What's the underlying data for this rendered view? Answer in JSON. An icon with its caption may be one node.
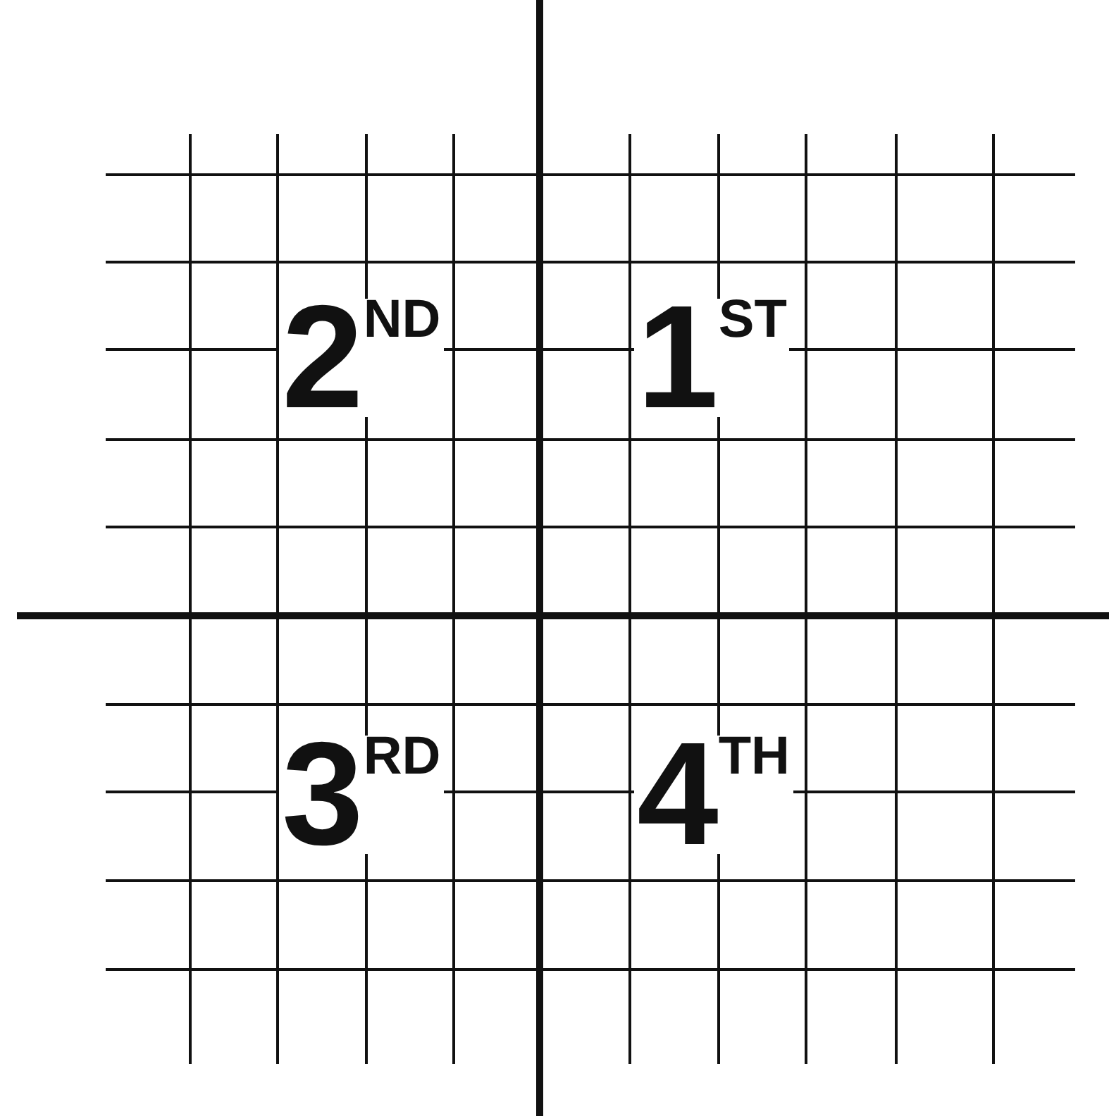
{
  "diagram": {
    "labels": [
      "2$^{ND}$",
      "1$^{ST}$",
      "3$^{RD}$",
      "4$^{TH}$"
    ]
  }
}
